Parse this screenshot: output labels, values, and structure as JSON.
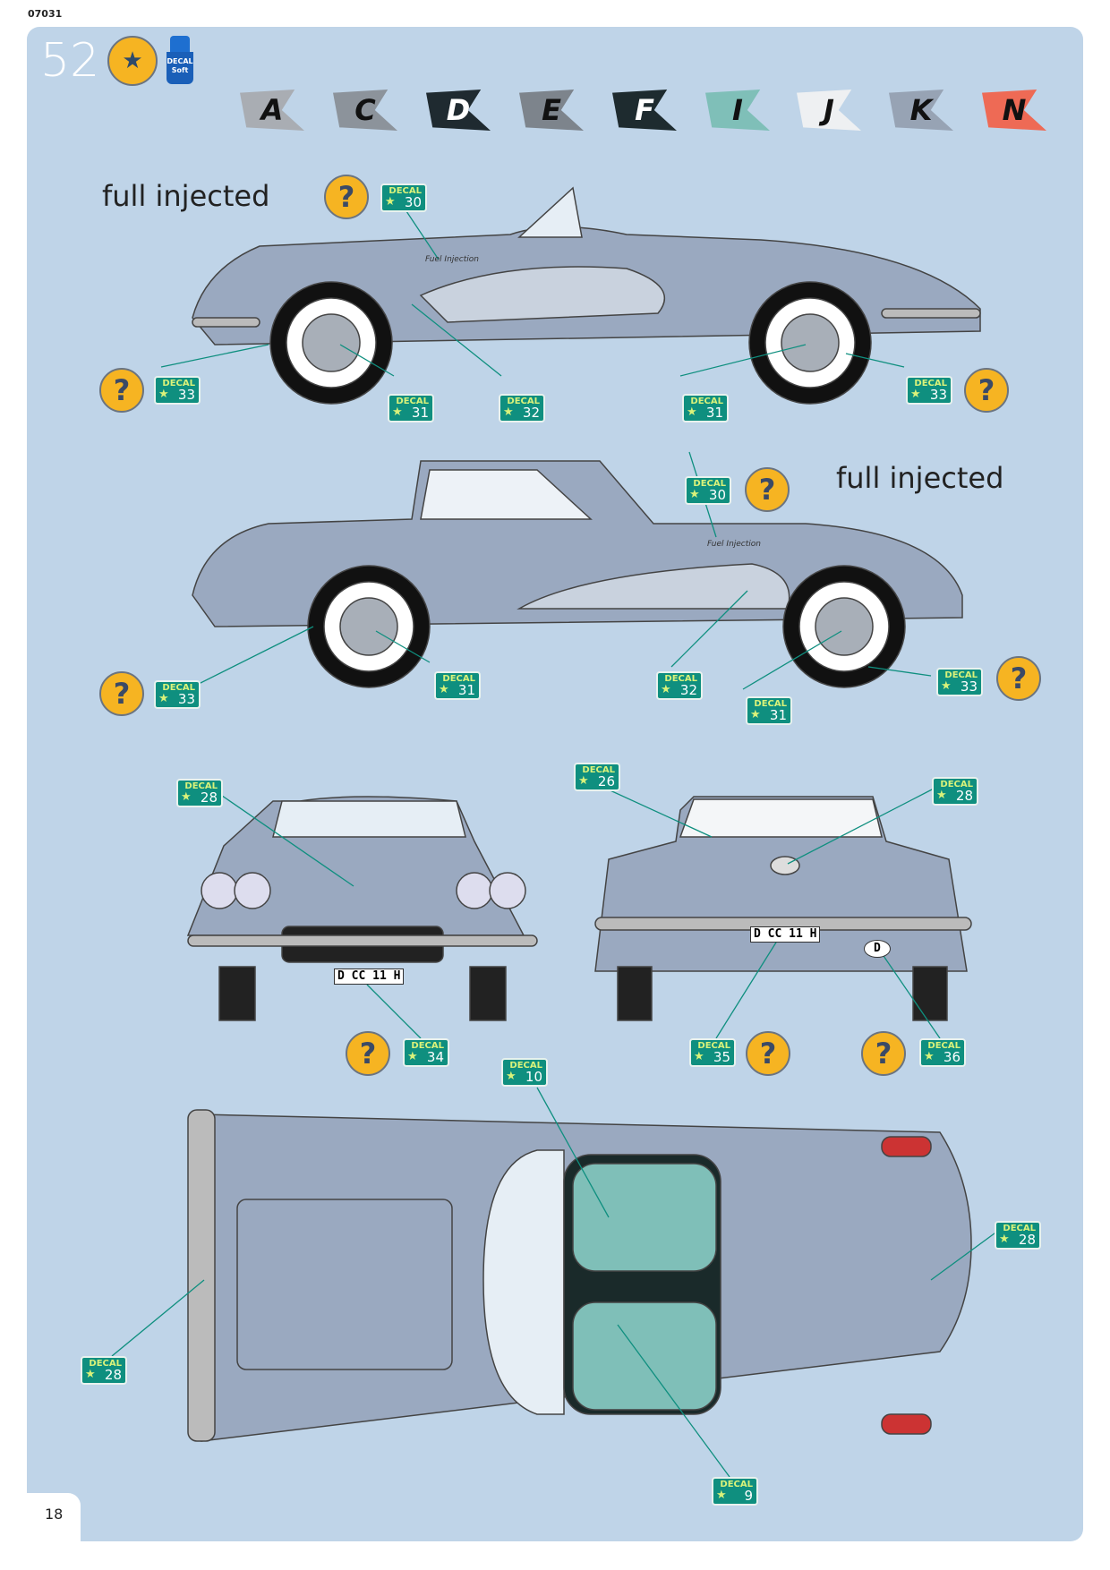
{
  "header": {
    "code": "07031",
    "step": "52",
    "decal_soft_label": "DECAL Soft",
    "page": "18"
  },
  "flags": [
    {
      "letter": "A",
      "color": "#a9adb3"
    },
    {
      "letter": "C",
      "color": "#8c939b"
    },
    {
      "letter": "D",
      "color": "#1f2a30"
    },
    {
      "letter": "E",
      "color": "#7d848c"
    },
    {
      "letter": "F",
      "color": "#1e2b2f"
    },
    {
      "letter": "I",
      "color": "#7fbfb8"
    },
    {
      "letter": "J",
      "color": "#eef0f2"
    },
    {
      "letter": "K",
      "color": "#97a3b4"
    },
    {
      "letter": "N",
      "color": "#ee6a55"
    }
  ],
  "views": {
    "side_left_label": "full injected",
    "side_right_label": "full injected",
    "script_badge": "Fuel Injection"
  },
  "decal_word": "DECAL",
  "decals": [
    "30",
    "33",
    "31",
    "32",
    "31",
    "33",
    "30",
    "33",
    "31",
    "32",
    "31",
    "33",
    "28",
    "26",
    "28",
    "34",
    "35",
    "36",
    "10",
    "28",
    "28",
    "9"
  ],
  "plates": {
    "front": "D CC 11 H",
    "rear": "D CC 11 H",
    "oval": "D"
  },
  "colors": {
    "body": "#9aa9c0",
    "panel": "#bfd4e8",
    "decal": "#0f8f7f",
    "question": "#f6b422"
  }
}
